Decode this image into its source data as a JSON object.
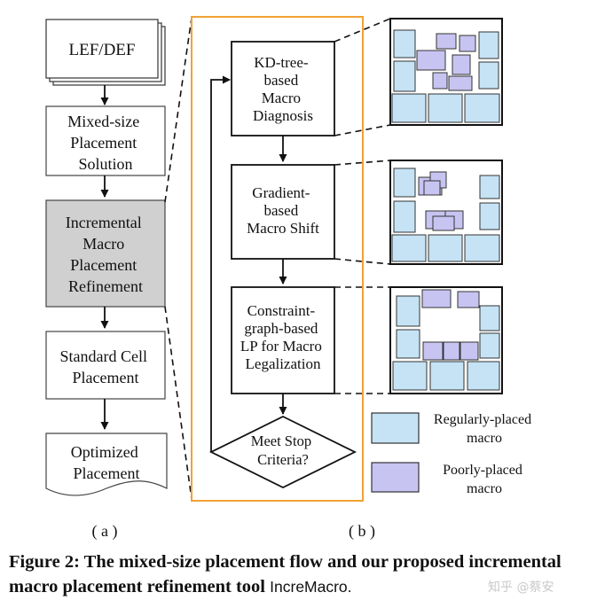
{
  "panel_a": {
    "input_lines": [
      "LEF/DEF"
    ],
    "solution_lines": [
      "Mixed-size",
      "Placement",
      "Solution"
    ],
    "refine_lines": [
      "Incremental",
      "Macro",
      "Placement",
      "Refinement"
    ],
    "cell_lines": [
      "Standard Cell",
      "Placement"
    ],
    "output_lines": [
      "Optimized",
      "Placement"
    ],
    "label": "( a )"
  },
  "panel_b": {
    "diag_lines": [
      "KD-tree-",
      "based",
      "Macro",
      "Diagnosis"
    ],
    "shift_lines": [
      "Gradient-",
      "based",
      "Macro Shift"
    ],
    "legal_lines": [
      "Constraint-",
      "graph-based",
      "LP for Macro",
      "Legalization"
    ],
    "stop_lines": [
      "Meet Stop",
      "Criteria?"
    ],
    "label": "( b )"
  },
  "legend": {
    "regular_lines": [
      "Regularly-placed",
      "macro"
    ],
    "poor_lines": [
      "Poorly-placed",
      "macro"
    ]
  },
  "colors": {
    "regular_fill": "#c6e3f5",
    "poor_fill": "#c7c4f2",
    "refine_fill": "#d0d0d0",
    "frame_orange": "#f2a134"
  },
  "caption": {
    "prefix": "Figure 2: The mixed-size placement flow and our proposed incremental macro placement refinement tool ",
    "tool": "IncreMacro."
  },
  "watermark": "知乎 @蔡安"
}
